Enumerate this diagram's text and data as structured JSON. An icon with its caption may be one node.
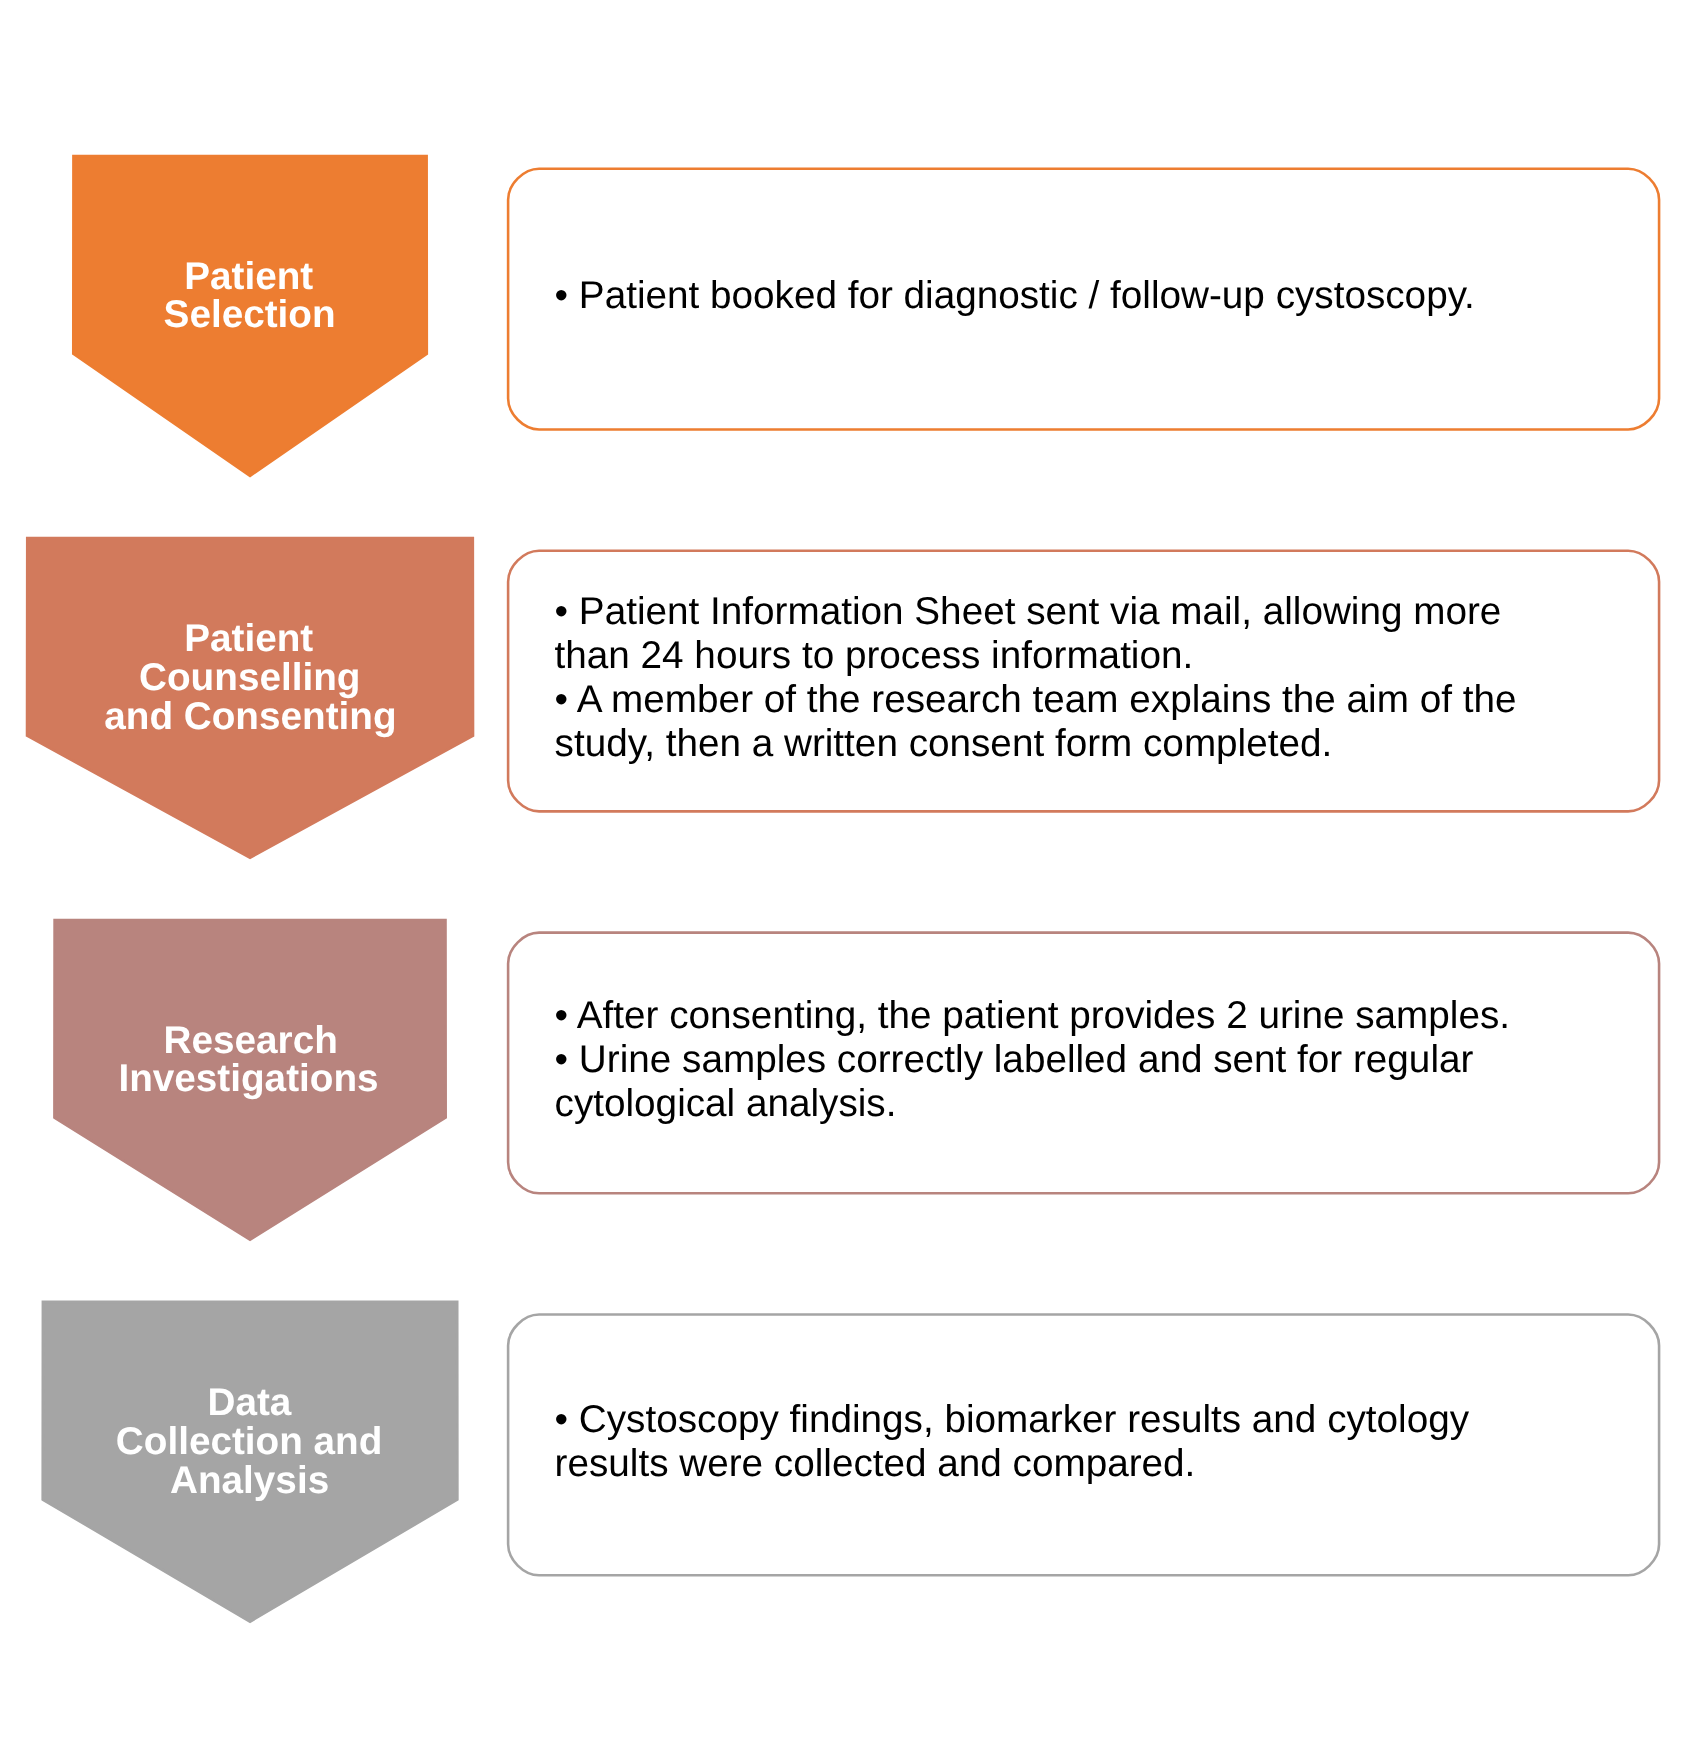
{
  "diagram": {
    "nodes": [
      {
        "text": [
          "Patient Selection"
        ]
      },
      {
        "text": [
          "• Patient booked for diagnostic / follow-up cystoscopy."
        ]
      },
      {
        "text": [
          "Patient Counselling and Consenting"
        ]
      },
      {
        "text": [
          "• Patient Information Sheet sent via mail, allowing more than 24 hours to process information.",
          "• A member of the research team explains the aim of the study, then a written consent form completed."
        ]
      },
      {
        "text": [
          "Research Investigations"
        ]
      },
      {
        "text": [
          "• After consenting, the patient provides 2 urine samples.",
          "• Urine samples correctly labelled and sent for regular cytological analysis."
        ]
      },
      {
        "text": [
          "Data Collection and Analysis"
        ]
      },
      {
        "text": [
          "• Cystoscopy findings, biomarker results and cytology results were collected and compared."
        ]
      }
    ],
    "edges": []
  }
}
